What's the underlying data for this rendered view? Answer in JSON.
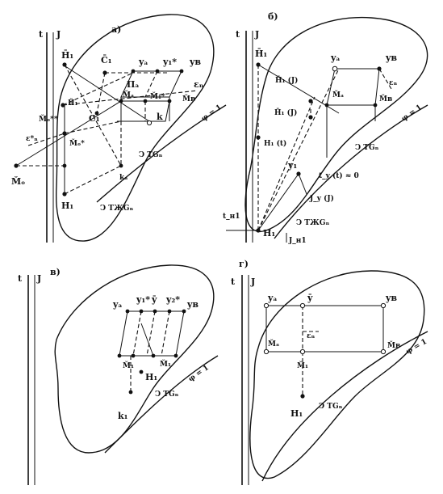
{
  "panels": [
    {
      "id": "a",
      "letter": "а)",
      "axis_t": "t",
      "axis_j": "J",
      "labels": {
        "H1bar": "H̄₁",
        "C1bar": "C̄₁",
        "ya": "yₐ",
        "y1star": "y₁*",
        "yb": "yв",
        "Pa": "Пₐ",
        "eps": "εₙ",
        "Ma": "M̌ₐ",
        "M1star": "M̌₁*",
        "Mb": "M̌в",
        "k": "k",
        "C1": "C₁",
        "H1tilde": "H̃₁",
        "Mo2": "M̌ₒ**",
        "eps_star": "ε*ₙ",
        "Mo1": "M̌ₒ*",
        "Mo": "M̌ₒ",
        "ka": "kₐ",
        "H1": "H₁",
        "TG": "Ↄ TGₙ",
        "TJG": "Ↄ TЖGₙ",
        "phi": "φ = 1"
      }
    },
    {
      "id": "b",
      "letter": "б)",
      "axis_t": "t",
      "axis_j": "J",
      "labels": {
        "H1bar": "H̄₁",
        "ya": "yₐ",
        "yb": "yв",
        "eps": "εₙ",
        "H1barJ_upper": "H̄₁ (J)",
        "H1barJ": "H̄₁ (J)",
        "Ma": "M̌ₐ",
        "Mb": "M̌в",
        "phi": "φ = 1",
        "H1t": "H₁ (t)",
        "TG": "Ↄ TGₙ",
        "y1": "y₁",
        "tyt": "t_y (t) ≈ 0",
        "JyJ": "J_y (J)",
        "tH1": "t_н1",
        "TJG": "Ↄ TЖGₙ",
        "H1": "H₁",
        "JH1": "J_н1"
      }
    },
    {
      "id": "v",
      "letter": "в)",
      "axis_t": "t",
      "axis_j": "J",
      "labels": {
        "ya": "yₐ",
        "y1star": "y₁*",
        "ybar": "ȳ",
        "y2star": "y₂*",
        "yb": "yв",
        "M1": "M̌₁",
        "M1b": "M̌₁",
        "H1": "H₁",
        "TG": "Ↄ TGₙ",
        "k1": "k₁",
        "phi": "φ = 1"
      }
    },
    {
      "id": "g",
      "letter": "г)",
      "axis_t": "t",
      "axis_j": "J",
      "labels": {
        "ya": "yₐ",
        "ybar": "ȳ",
        "yb": "yв",
        "eps": "εₙ",
        "Ma": "M̌ₐ",
        "M1": "M̌₁",
        "Mb": "M̌в",
        "H1": "H₁",
        "TG": "Ↄ TGₙ",
        "phi": "φ = 1"
      }
    }
  ]
}
